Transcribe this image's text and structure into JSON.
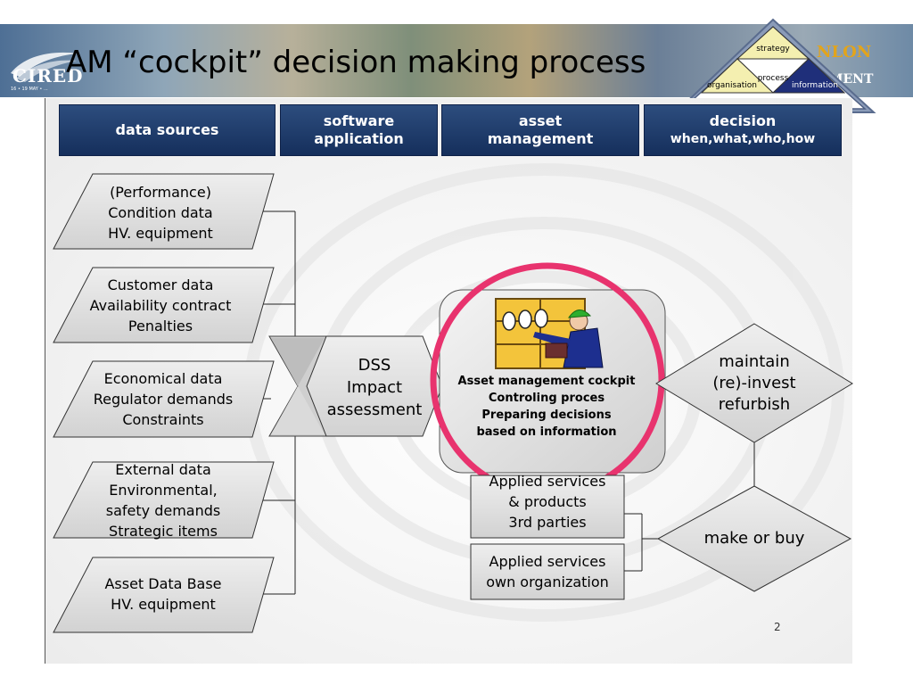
{
  "slide": {
    "title": "AM “cockpit” decision making process",
    "page_number": "2"
  },
  "banner": {
    "logo_text": "CIRED",
    "logo_subtext": "16 • 19 MAY • ...",
    "right_text_top": "NLON",
    "right_text_bottom": "MENT"
  },
  "triangle": {
    "top": "strategy",
    "middle": "process",
    "left": "organisation",
    "right": "information"
  },
  "headers": [
    {
      "line1": "data sources",
      "line2": ""
    },
    {
      "line1": "software",
      "line2": "application"
    },
    {
      "line1": "asset",
      "line2": "management"
    },
    {
      "line1": "decision",
      "line2": "when,what,who,how"
    }
  ],
  "sources": [
    {
      "lines": [
        "(Performance)",
        "Condition data",
        "HV. equipment"
      ]
    },
    {
      "lines": [
        "Customer data",
        "Availability contract",
        "Penalties"
      ]
    },
    {
      "lines": [
        "Economical data",
        "Regulator demands",
        "Constraints"
      ]
    },
    {
      "lines": [
        "External data",
        "Environmental,",
        "safety demands",
        "Strategic items"
      ]
    },
    {
      "lines": [
        "Asset Data Base",
        "HV. equipment"
      ]
    }
  ],
  "dss": {
    "lines": [
      "DSS",
      "Impact",
      "assessment"
    ]
  },
  "cockpit": {
    "lines": [
      "Asset management cockpit",
      "Controling proces",
      "Preparing decisions",
      "based on information"
    ]
  },
  "services": [
    {
      "lines": [
        "Applied services",
        "& products",
        "3rd parties"
      ]
    },
    {
      "lines": [
        "Applied services",
        "own organization"
      ]
    }
  ],
  "decisions": [
    {
      "lines": [
        "maintain",
        "(re)-invest",
        "refurbish"
      ]
    },
    {
      "lines": [
        "make or buy"
      ]
    }
  ],
  "colors": {
    "header_fill": "#1f3d6e",
    "shape_fill": "#e3e3e3",
    "highlight_ring": "#e8336e"
  }
}
